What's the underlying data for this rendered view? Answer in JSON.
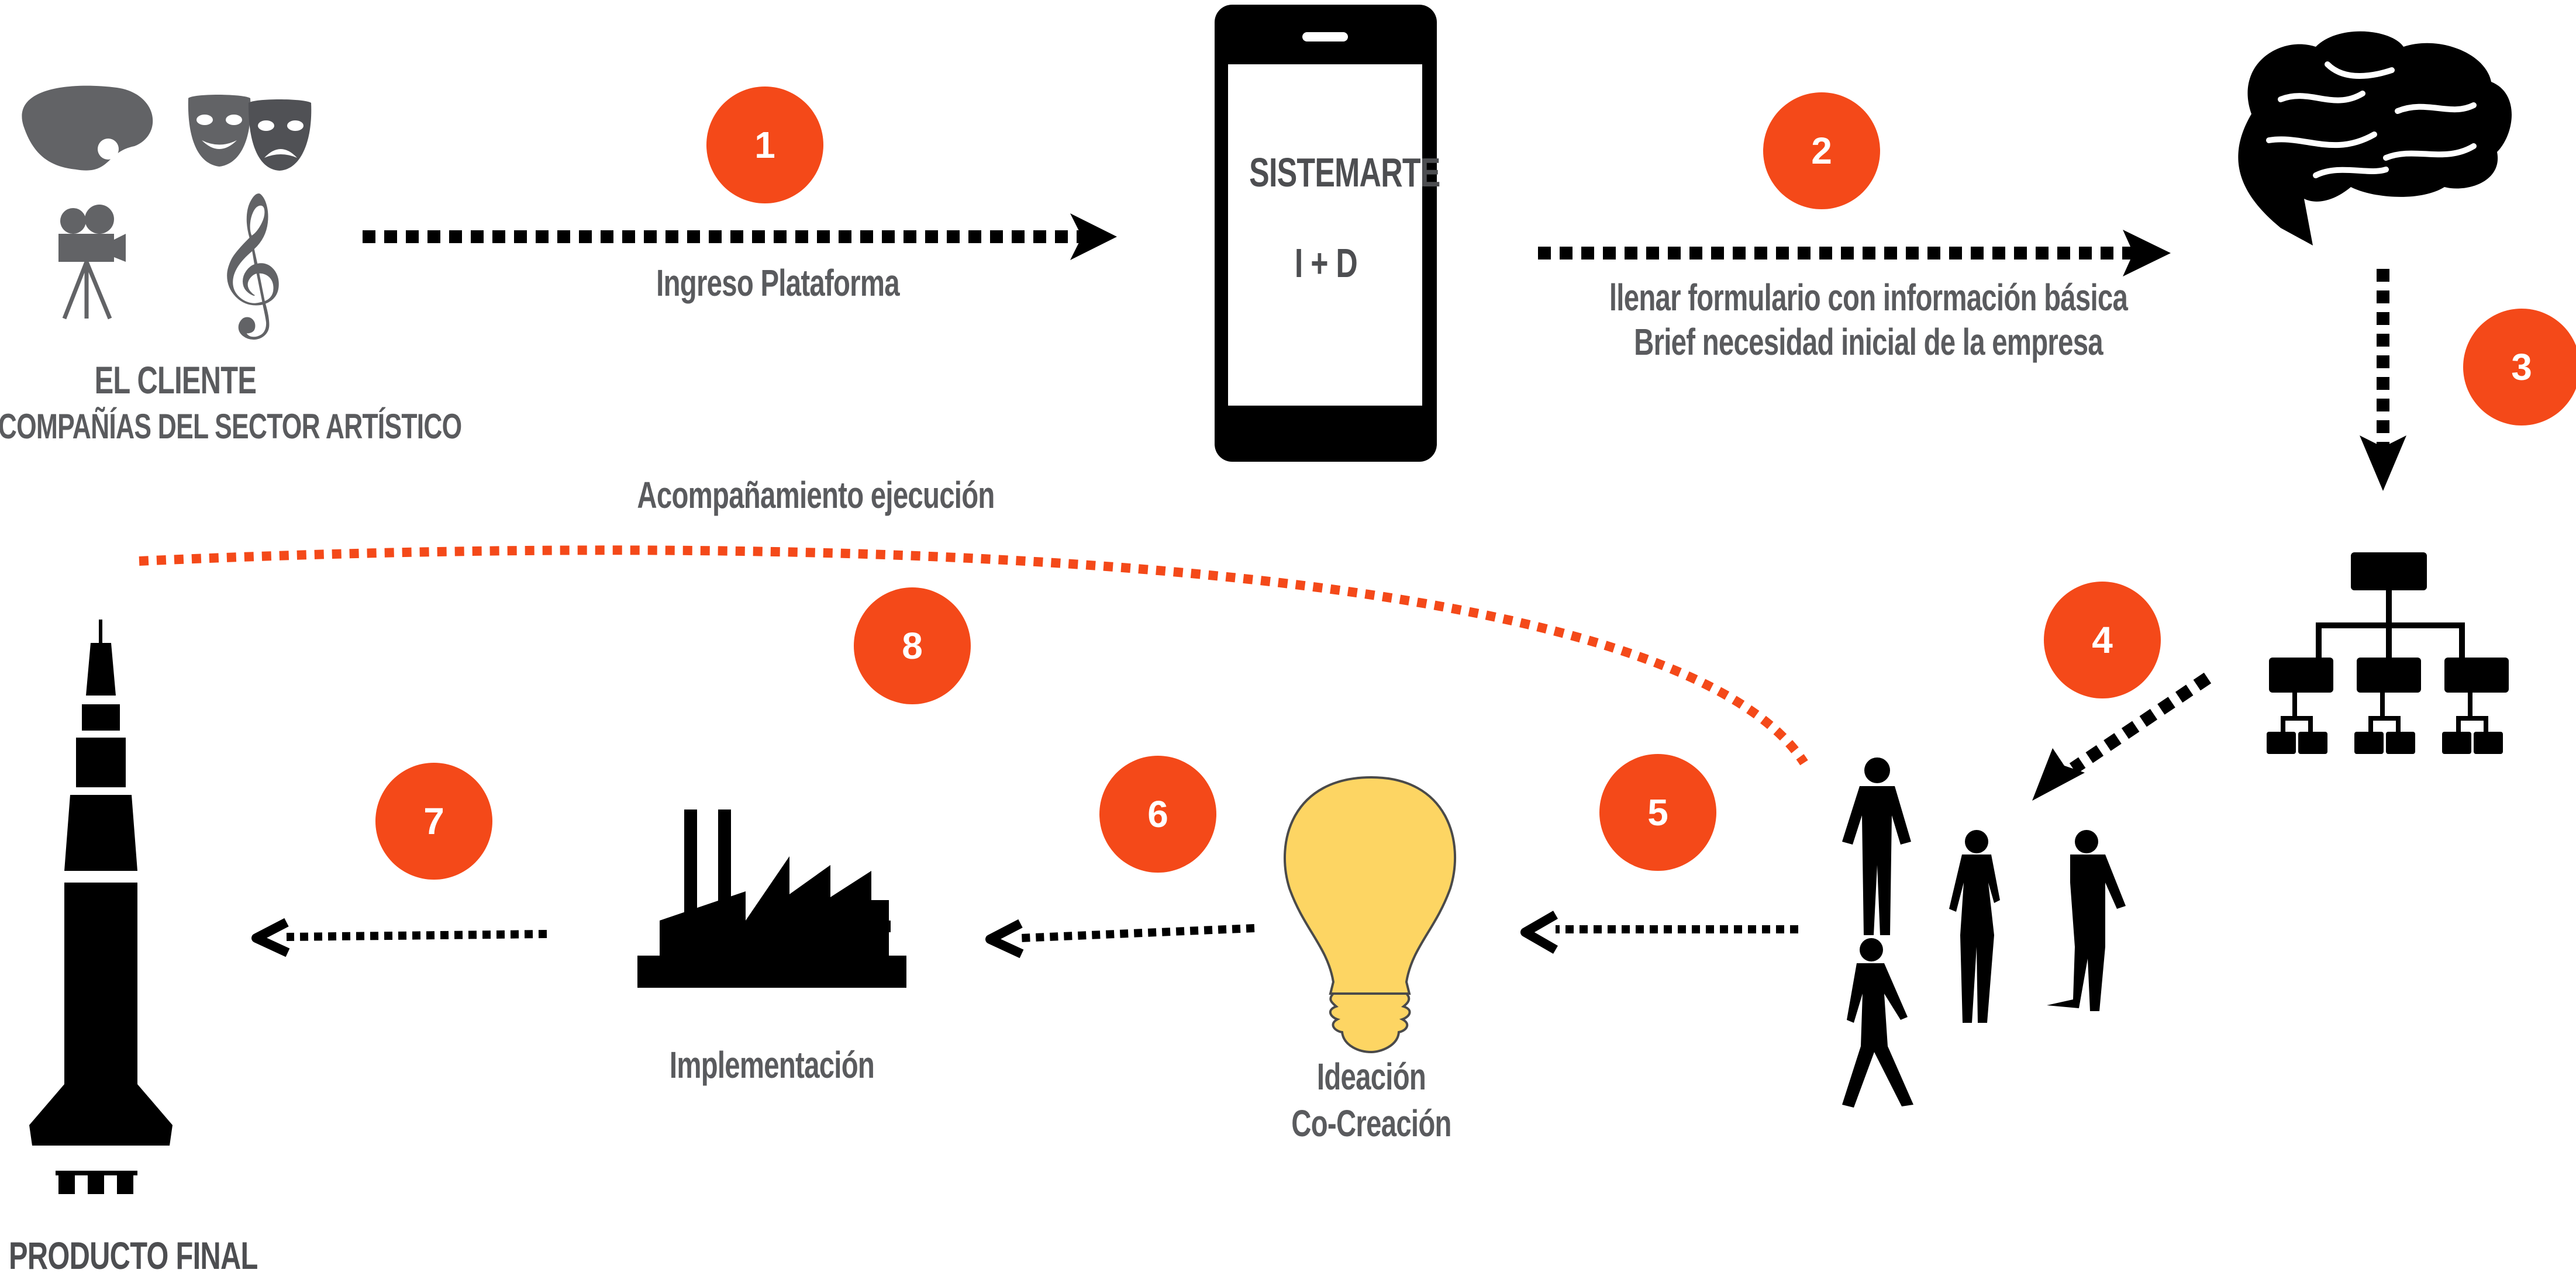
{
  "client": {
    "title": "EL CLIENTE",
    "subtitle": "COMPAÑÍAS DEL SECTOR ARTÍSTICO"
  },
  "phone": {
    "line1": "SISTEMARTE",
    "line2": "I + D"
  },
  "steps": [
    {
      "number": "1",
      "text": "Ingreso Plataforma"
    },
    {
      "number": "2",
      "line1": "llenar formulario con información básica",
      "line2": "Brief necesidad inicial de la empresa"
    },
    {
      "number": "3"
    },
    {
      "number": "4"
    },
    {
      "number": "5"
    },
    {
      "number": "6",
      "text": "Ideación",
      "text2": "Co-Creación"
    },
    {
      "number": "7",
      "text": "Implementación"
    },
    {
      "number": "8",
      "text": "Acompañamiento ejecución"
    }
  ],
  "final": {
    "label": "PRODUCTO FINAL"
  },
  "icons": [
    "palette-icon",
    "theater-masks-icon",
    "movie-camera-icon",
    "treble-clef-icon",
    "smartphone-icon",
    "brain-icon",
    "org-chart-icon",
    "team-icon",
    "lightbulb-icon",
    "factory-icon",
    "rocket-icon"
  ],
  "colors": {
    "accent": "#f44919",
    "text": "#5a5b5e",
    "icon": "#000000",
    "bulb": "#fdd563"
  }
}
